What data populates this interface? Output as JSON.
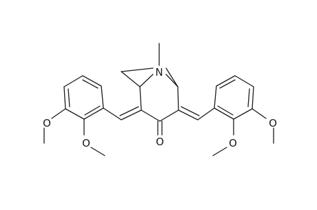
{
  "molecule": {
    "atom_labels": {
      "n_bridge": "N",
      "o_ketone": "O",
      "o_left_top": "O",
      "o_left_bottom": "O",
      "o_right_top": "O",
      "o_right_bottom": "O"
    }
  }
}
